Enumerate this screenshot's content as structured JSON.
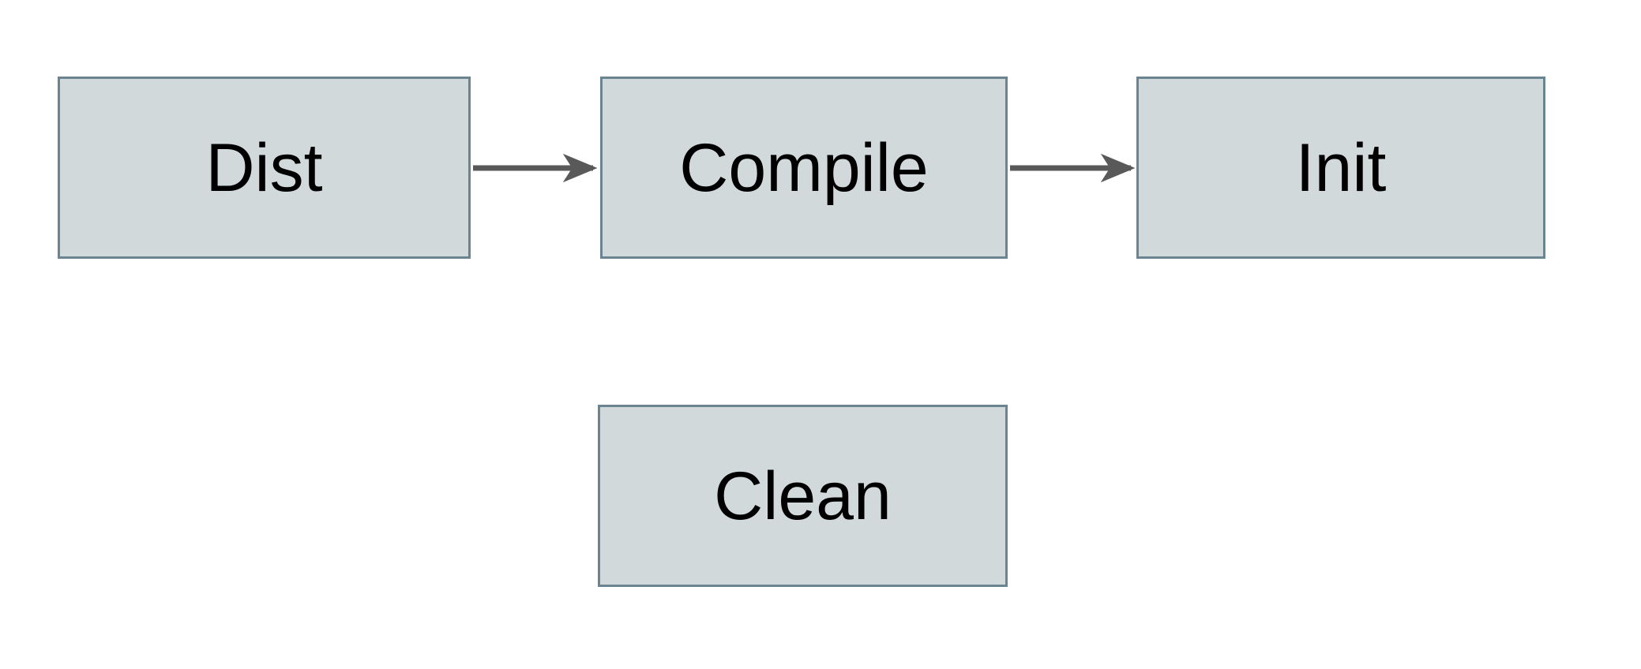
{
  "diagram": {
    "background_color": "#ffffff",
    "node_fill_color": "#d2d9db",
    "node_border_color": "#6a8491",
    "arrow_color": "#595959",
    "text_color": "#000000",
    "nodes": [
      {
        "id": "dist",
        "label": "Dist"
      },
      {
        "id": "compile",
        "label": "Compile"
      },
      {
        "id": "init",
        "label": "Init"
      },
      {
        "id": "clean",
        "label": "Clean"
      }
    ],
    "edges": [
      {
        "from": "dist",
        "to": "compile"
      },
      {
        "from": "compile",
        "to": "init"
      }
    ]
  }
}
